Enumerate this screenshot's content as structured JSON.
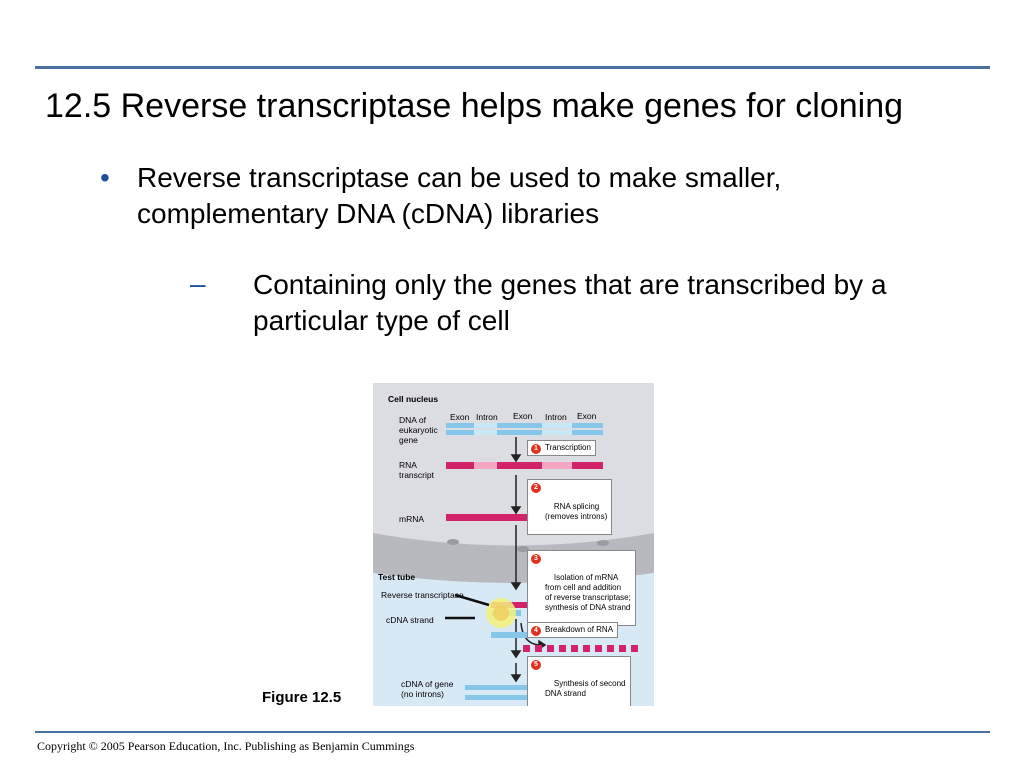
{
  "slide": {
    "title": "12.5 Reverse transcriptase helps make genes for cloning",
    "bullet": "Reverse transcriptase can be used to make smaller, complementary DNA (cDNA) libraries",
    "sub_bullet": "Containing only the genes that are transcribed by a particular type of cell",
    "figure_label": "Figure 12.5",
    "copyright": "Copyright © 2005 Pearson Education, Inc. Publishing as Benjamin Cummings"
  },
  "figure": {
    "cell_nucleus": "Cell nucleus",
    "dna_label": "DNA of eukaryotic gene",
    "segments": [
      "Exon",
      "Intron",
      "Exon",
      "Intron",
      "Exon"
    ],
    "rna_transcript": "RNA transcript",
    "mrna": "mRNA",
    "test_tube": "Test tube",
    "reverse_transcriptase": "Reverse transcriptase",
    "cdna_strand": "cDNA strand",
    "cdna_of_gene": "cDNA of gene (no introns)",
    "steps": [
      {
        "num": "1",
        "text": "Transcription"
      },
      {
        "num": "2",
        "text": "RNA splicing\n(removes introns)"
      },
      {
        "num": "3",
        "text": "Isolation of mRNA\nfrom cell and addition\nof reverse transcriptase;\nsynthesis of DNA strand"
      },
      {
        "num": "4",
        "text": "Breakdown of RNA"
      },
      {
        "num": "5",
        "text": "Synthesis of second\nDNA strand"
      }
    ],
    "colors": {
      "dna_blue": "#86c6ea",
      "intron_light": "#c9e8f6",
      "rna_magenta": "#d2226a",
      "rna_intron_pink": "#f3a7c2",
      "membrane_gray": "#b8b8bf",
      "nucleus_bg": "#dcdce3",
      "tube_bg": "#d8e9f6"
    }
  }
}
